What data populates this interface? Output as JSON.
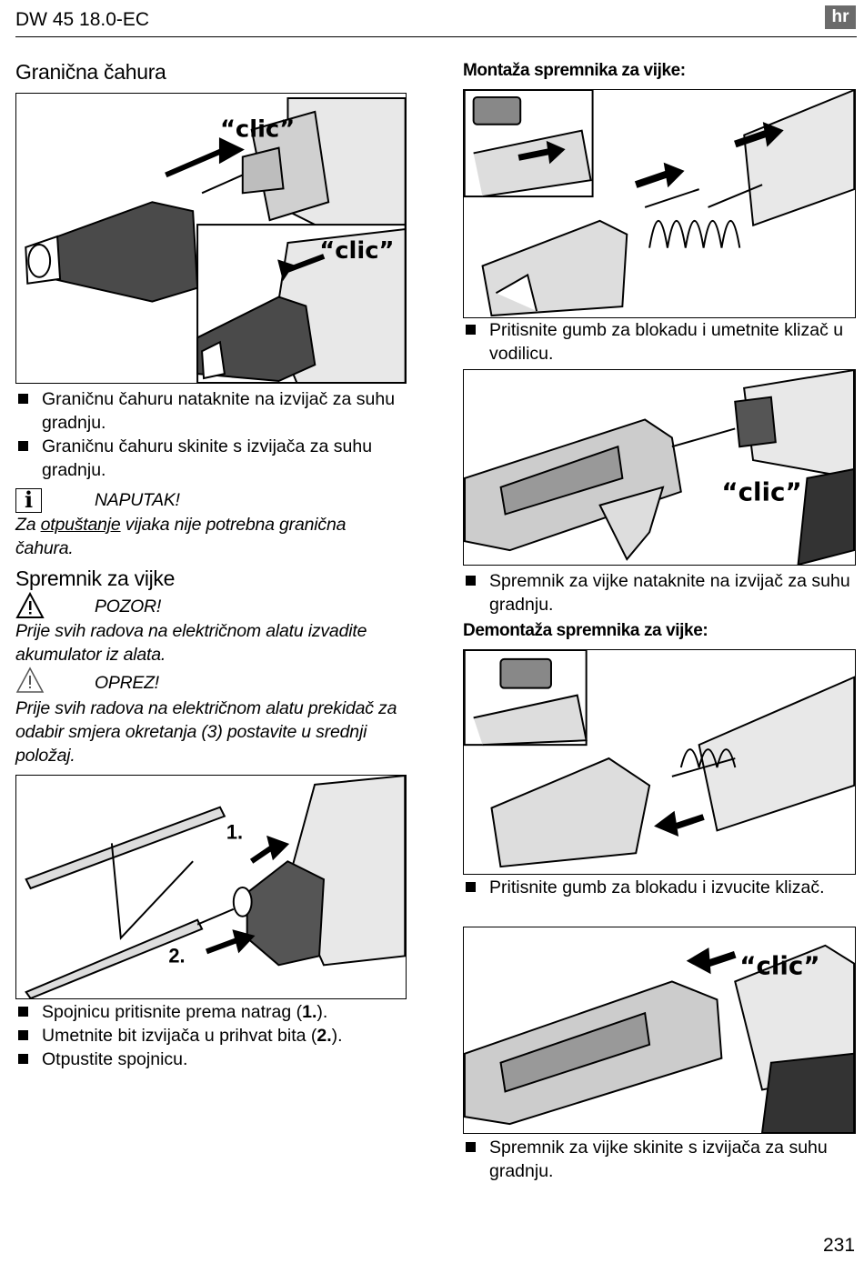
{
  "header": {
    "model": "DW 45 18.0-EC",
    "lang_badge": "hr",
    "page_number": "231"
  },
  "left": {
    "section1": {
      "title": "Granična čahura",
      "figure_label": "“clic”",
      "bullets": [
        "Graničnu čahuru nataknite na izvijač za suhu gradnju.",
        "Graničnu čahuru skinite s izvijača za suhu gradnju."
      ],
      "note": {
        "label": "NAPUTAK!",
        "text_before": "Za ",
        "text_emph": "otpuštanje",
        "text_after": " vijaka nije potrebna granična čahura."
      }
    },
    "section2": {
      "title": "Spremnik za vijke",
      "warning": {
        "label": "POZOR!",
        "text": "Prije svih radova na električnom alatu izvadite akumulator iz alata."
      },
      "caution": {
        "label": "OPREZ!",
        "text": "Prije svih radova na električnom alatu prekidač za odabir smjera okretanja (3) postavite u srednji položaj."
      },
      "figure_labels": [
        "1.",
        "2."
      ],
      "bullets": [
        {
          "before": "Spojnicu pritisnite prema natrag (",
          "bold": "1.",
          "after": ")."
        },
        {
          "before": "Umetnite bit izvijača u prihvat bita (",
          "bold": "2.",
          "after": ")."
        },
        {
          "before": "Otpustite spojnicu.",
          "bold": "",
          "after": ""
        }
      ]
    }
  },
  "right": {
    "mount": {
      "title": "Montaža spremnika za vijke:",
      "bullet1": "Pritisnite gumb za blokadu i umetnite klizač u vodilicu.",
      "bullet2": "Spremnik za vijke nataknite na izvijač za suhu gradnju."
    },
    "dismount": {
      "title": "Demontaža spremnika za vijke:",
      "bullet1": "Pritisnite gumb za blokadu i izvucite klizač.",
      "bullet2": "Spremnik za vijke skinite s izvijača za suhu gradnju."
    }
  }
}
